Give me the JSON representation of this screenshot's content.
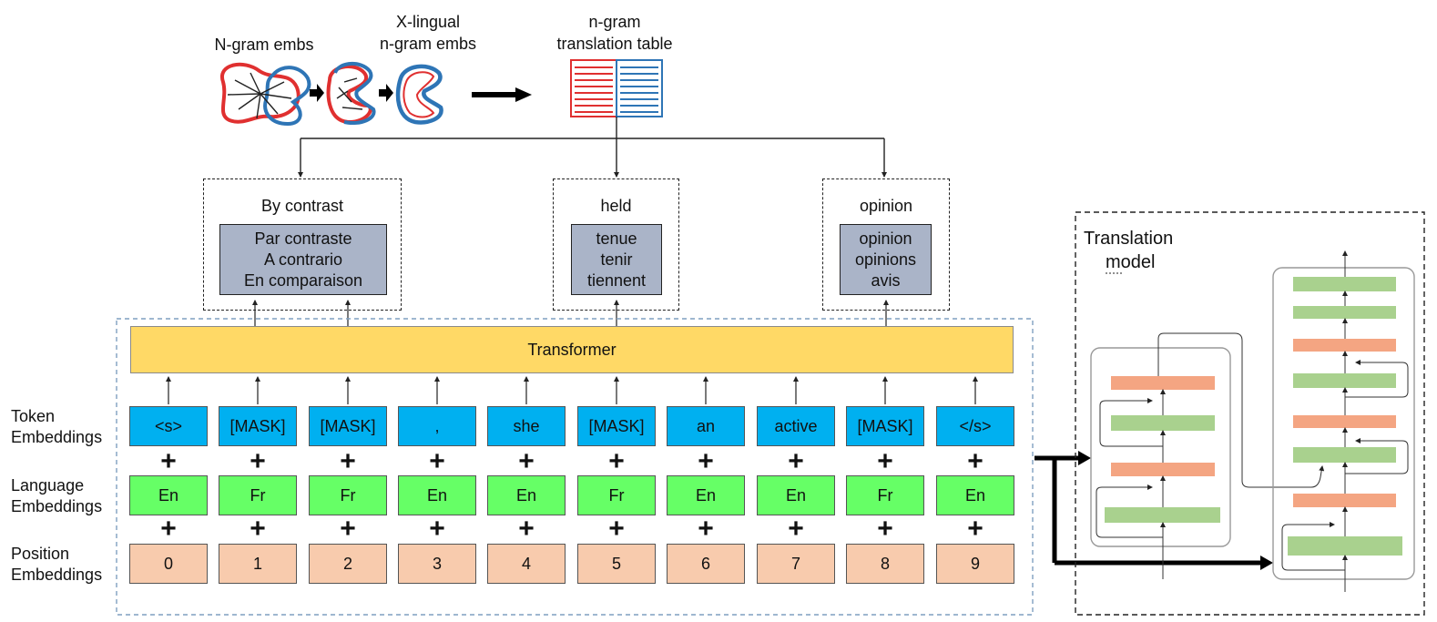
{
  "top": {
    "ngram_embs_label": "N-gram embs",
    "xlingual_label_line1": "X-lingual",
    "xlingual_label_line2": "n-gram embs",
    "table_label_line1": "n-gram",
    "table_label_line2": "translation table"
  },
  "candidates": [
    {
      "source": "By contrast",
      "translations": [
        "Par contraste",
        "A contrario",
        "En comparaison"
      ]
    },
    {
      "source": "held",
      "translations": [
        "tenue",
        "tenir",
        "tiennent"
      ]
    },
    {
      "source": "opinion",
      "translations": [
        "opinion",
        "opinions",
        "avis"
      ]
    }
  ],
  "transformer_label": "Transformer",
  "row_labels": {
    "token_line1": "Token",
    "token_line2": "Embeddings",
    "language_line1": "Language",
    "language_line2": "Embeddings",
    "position_line1": "Position",
    "position_line2": "Embeddings"
  },
  "tokens": [
    "<s>",
    "[MASK]",
    "[MASK]",
    ",",
    "she",
    "[MASK]",
    "an",
    "active",
    "[MASK]",
    "</s>"
  ],
  "languages": [
    "En",
    "Fr",
    "Fr",
    "En",
    "En",
    "Fr",
    "En",
    "En",
    "Fr",
    "En"
  ],
  "positions": [
    "0",
    "1",
    "2",
    "3",
    "4",
    "5",
    "6",
    "7",
    "8",
    "9"
  ],
  "plus_symbol": "+",
  "translation_model": {
    "line1": "Translation",
    "line2": "model"
  },
  "colors": {
    "token": "#00b0f0",
    "language": "#66ff66",
    "position": "#f8cbad",
    "transformer": "#ffd966",
    "candidate_box": "#aab4c8",
    "layer_green": "#a9d18e",
    "layer_orange": "#f4a582",
    "region_red": "#e03030",
    "region_blue": "#2e75b6"
  }
}
